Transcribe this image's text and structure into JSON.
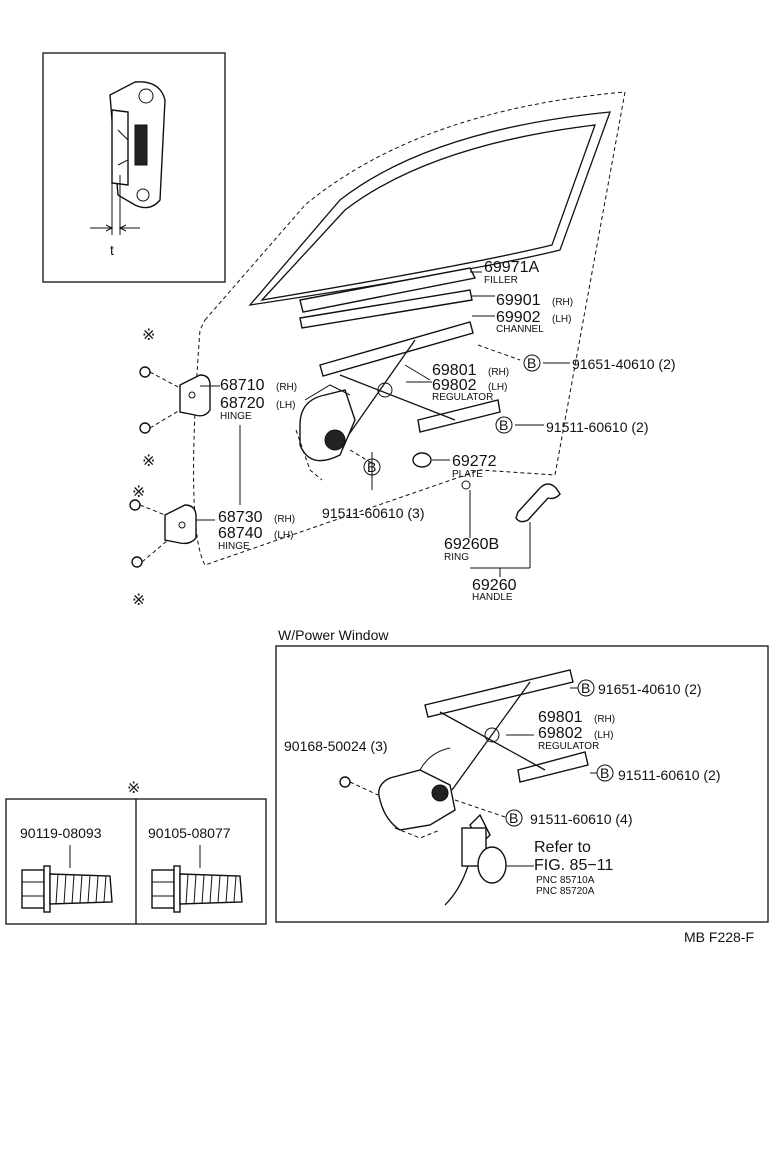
{
  "main_parts": {
    "filler": {
      "number": "69971A",
      "name": "FILLER"
    },
    "channel": {
      "rh": "69901",
      "lh": "69902",
      "rh_tag": "(RH)",
      "lh_tag": "(LH)",
      "name": "CHANNEL"
    },
    "regulator": {
      "rh": "69801",
      "lh": "69802",
      "rh_tag": "(RH)",
      "lh_tag": "(LH)",
      "name": "REGULATOR"
    },
    "hinge_upper": {
      "rh": "68710",
      "lh": "68720",
      "rh_tag": "(RH)",
      "lh_tag": "(LH)",
      "name": "HINGE"
    },
    "hinge_lower": {
      "rh": "68730",
      "lh": "68740",
      "rh_tag": "(RH)",
      "lh_tag": "(LH)",
      "name": "HINGE"
    },
    "plate": {
      "number": "69272",
      "name": "PLATE"
    },
    "ring": {
      "number": "69260B",
      "name": "RING"
    },
    "handle": {
      "number": "69260",
      "name": "HANDLE"
    },
    "bolt_a": "91651-40610 (2)",
    "bolt_b": "91511-60610 (2)",
    "bolt_c": "91511-60610 (3)"
  },
  "circle_b": "B",
  "asterisk": "※",
  "inset_dimension": "t",
  "power_window": {
    "title": "W/Power Window",
    "bolt_a": "91651-40610 (2)",
    "regulator": {
      "rh": "69801",
      "lh": "69802",
      "rh_tag": "(RH)",
      "lh_tag": "(LH)",
      "name": "REGULATOR"
    },
    "screw": "90168-50024 (3)",
    "bolt_b": "91511-60610 (2)",
    "bolt_c": "91511-60610 (4)",
    "refer_line1": "Refer to",
    "refer_line2": "FIG. 85−11",
    "pnc1": "PNC 85710A",
    "pnc2": "PNC 85720A"
  },
  "bolt_table": {
    "header": "※",
    "bolts": [
      "90119-08093",
      "90105-08077"
    ]
  },
  "figure_code": "MB F228-F"
}
